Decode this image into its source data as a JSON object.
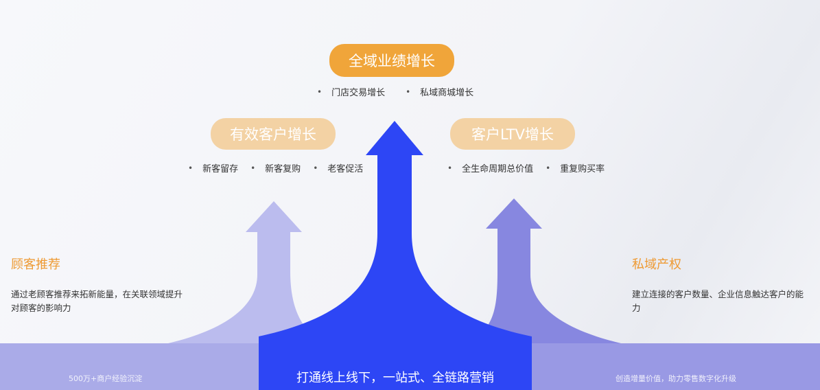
{
  "colors": {
    "orange": "#f0a53a",
    "orange_light": "#f3d2a4",
    "blue_main": "#2d46f5",
    "purple_light": "#bbbcee",
    "purple_mid": "#8787e0",
    "band": "#aaabe8"
  },
  "center": {
    "title": "全域业绩增长",
    "bullets": [
      "门店交易增长",
      "私域商城增长"
    ]
  },
  "left_goal": {
    "title": "有效客户增长",
    "bullets": [
      "新客留存",
      "新客复购",
      "老客促活"
    ]
  },
  "right_goal": {
    "title": "客户LTV增长",
    "bullets": [
      "全生命周期总价值",
      "重复购买率"
    ]
  },
  "left_side": {
    "title": "顾客推荐",
    "desc": "通过老顾客推荐来拓新能量，在关联领域提升对顾客的影响力",
    "footer": "500万+商户经验沉淀"
  },
  "right_side": {
    "title": "私域产权",
    "desc": "建立连接的客户数量、企业信息触达客户的能力",
    "footer": "创造增量价值，助力零售数字化升级"
  },
  "slogan": "打通线上线下，一站式、全链路营销"
}
